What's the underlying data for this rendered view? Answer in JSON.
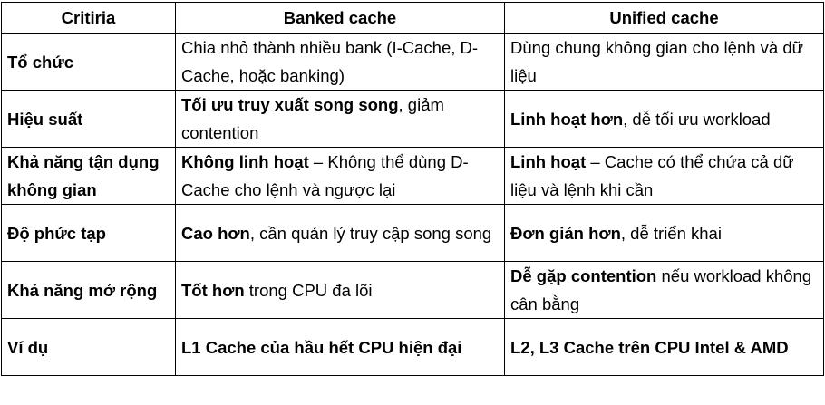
{
  "headers": {
    "criteria": "Critiria",
    "banked": "Banked cache",
    "unified": "Unified cache"
  },
  "rows": [
    {
      "criteria": "Tổ chức",
      "banked_bold": "",
      "banked_rest": "Chia nhỏ thành nhiều bank (I-Cache, D-Cache, hoặc banking)",
      "unified_bold": "",
      "unified_rest": "Dùng chung không gian cho lệnh và dữ liệu"
    },
    {
      "criteria": "Hiệu suất",
      "banked_bold": "Tối ưu truy xuất song song",
      "banked_rest": ", giảm contention",
      "unified_bold": "Linh hoạt hơn",
      "unified_rest": ", dễ tối ưu workload"
    },
    {
      "criteria": "Khả năng tận dụng không gian",
      "banked_bold": "Không linh hoạt",
      "banked_rest": " – Không thể dùng D-Cache cho lệnh và ngược lại",
      "unified_bold": "Linh hoạt",
      "unified_rest": " – Cache có thể chứa cả dữ liệu và lệnh khi cần"
    },
    {
      "criteria": "Độ phức tạp",
      "banked_bold": "Cao hơn",
      "banked_rest": ", cần quản lý truy cập song song",
      "unified_bold": "Đơn giản hơn",
      "unified_rest": ", dễ triển khai"
    },
    {
      "criteria": "Khả năng mở rộng",
      "banked_bold": "Tốt hơn",
      "banked_rest": " trong CPU đa lõi",
      "unified_bold": "Dễ gặp contention",
      "unified_rest": " nếu workload không cân bằng"
    },
    {
      "criteria": "Ví dụ",
      "banked_bold": "L1 Cache của hầu hết CPU hiện đại",
      "banked_rest": "",
      "unified_bold": "L2, L3 Cache trên CPU Intel & AMD",
      "unified_rest": ""
    }
  ]
}
